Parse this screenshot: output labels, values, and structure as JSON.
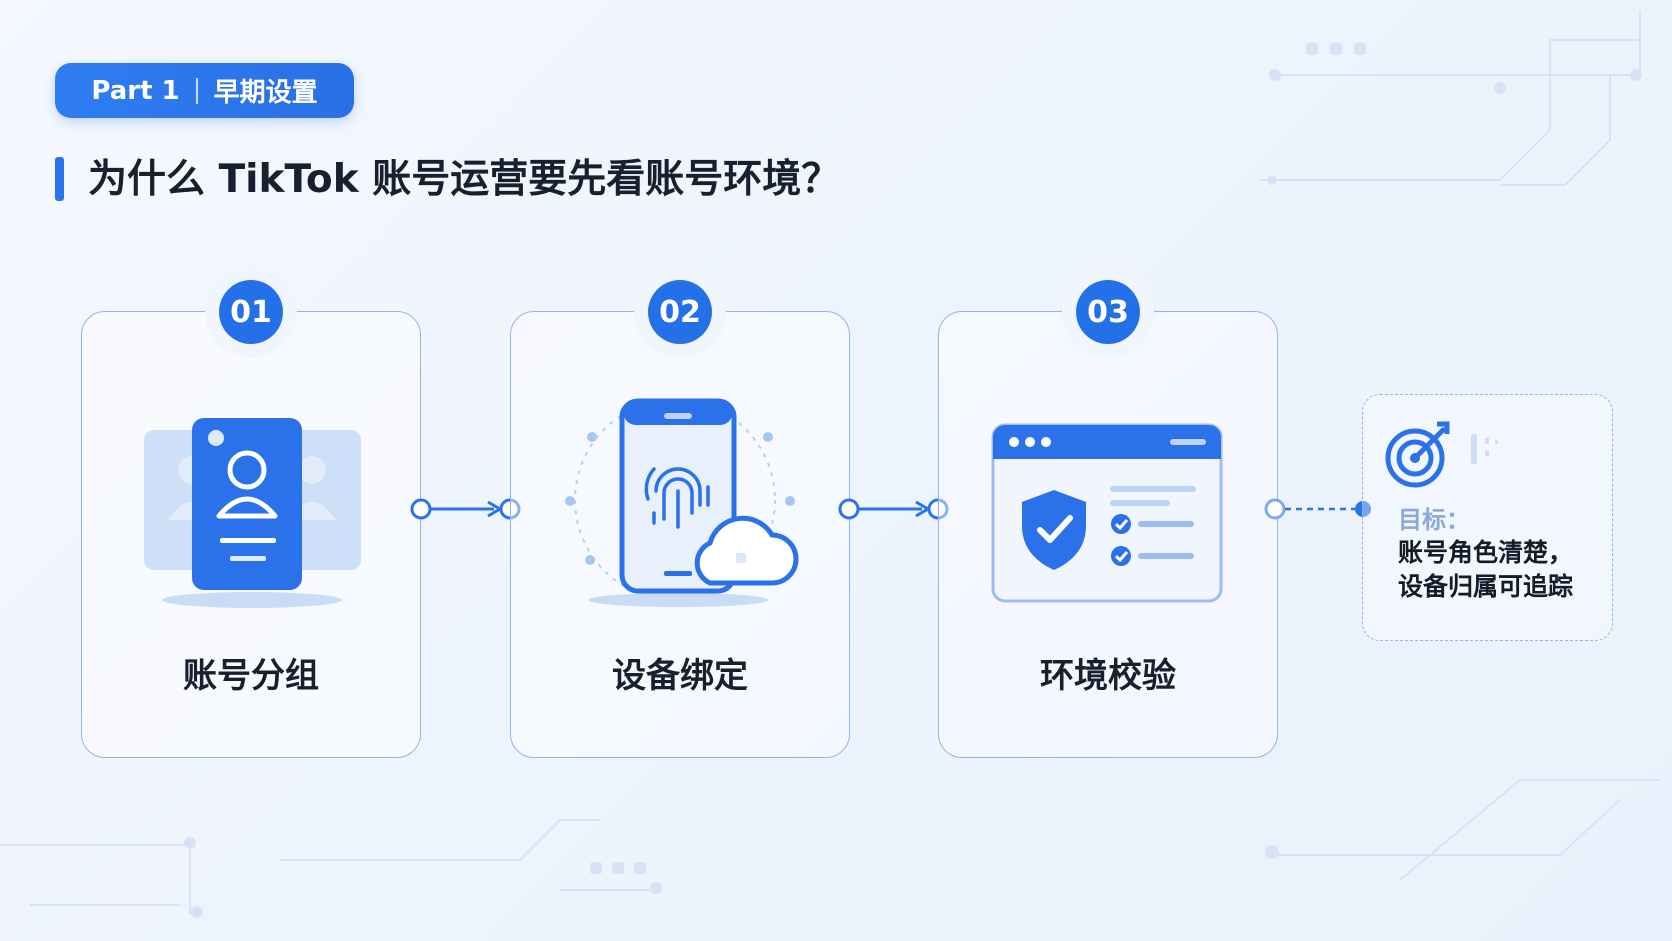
{
  "badge": {
    "part": "Part 1",
    "section": "早期设置"
  },
  "title": "为什么 TikTok 账号运营要先看账号环境？",
  "steps": [
    {
      "number": "01",
      "label": "账号分组"
    },
    {
      "number": "02",
      "label": "设备绑定"
    },
    {
      "number": "03",
      "label": "环境校验"
    }
  ],
  "goal": {
    "heading": "目标：",
    "line1": "账号角色清楚，",
    "line2": "设备归属可追踪"
  },
  "colors": {
    "accent": "#2470e8",
    "card_border": "#8fb4ee",
    "background": "#eef4fd",
    "text": "#18202f"
  },
  "icons": {
    "step1": "id-card-stack-icon",
    "step2": "phone-fingerprint-cloud-icon",
    "step3": "browser-shield-checklist-icon",
    "goal": "target-arrow-icon"
  }
}
